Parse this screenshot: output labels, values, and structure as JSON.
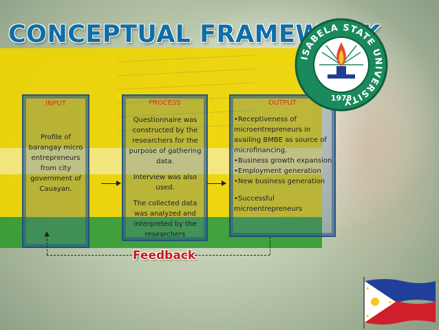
{
  "title": "CONCEPTUAL FRAMEWORK",
  "input": {
    "heading": "INPUT",
    "body_lines": [
      "Profile of",
      "barangay micro",
      "entrepreneurs",
      "from city",
      "government of",
      "Cauayan."
    ]
  },
  "process": {
    "heading": "PROCESS",
    "paragraphs": [
      [
        "Questionnaire was",
        "constructed by the",
        "researchers for the",
        "purpose of gathering",
        "data."
      ],
      [
        "Interview was also",
        "used."
      ],
      [
        "The collected data",
        "was analyzed and",
        "interpreted by the",
        "researchers"
      ]
    ]
  },
  "output": {
    "heading": "OUTPUT",
    "items": [
      "•Receptiveness of",
      "microentrepreneurs in",
      "availing BMBE as source of",
      "microfinancing.",
      "•Business growth expansion",
      "•Employment generation",
      "•New business generation",
      "",
      "•Successful",
      "microentrepreneurs"
    ]
  },
  "feedback_label": "Feedback",
  "seal": {
    "ring_text": "ISABELA STATE UNIVERSITY",
    "year": "1978"
  },
  "colors": {
    "title": "#0f6ea8",
    "heading": "#d7312b",
    "band_yellow": "#efd400",
    "band_green": "#2f9a2c",
    "feedback": "#c41818"
  }
}
